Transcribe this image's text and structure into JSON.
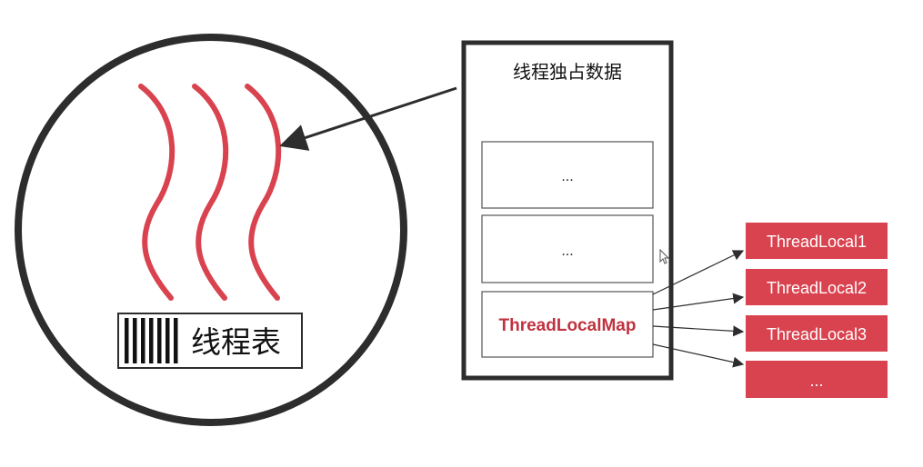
{
  "thread": {
    "table_label": "线程表"
  },
  "thread_data": {
    "title": "线程独占数据",
    "slots": [
      {
        "label": "..."
      },
      {
        "label": "..."
      },
      {
        "label": "ThreadLocalMap"
      }
    ]
  },
  "thread_locals": [
    {
      "label": "ThreadLocal1"
    },
    {
      "label": "ThreadLocal2"
    },
    {
      "label": "ThreadLocal3"
    },
    {
      "label": "..."
    }
  ],
  "colors": {
    "outline": "#2d2d2d",
    "accent_red": "#d9434f",
    "map_text": "#c0323f",
    "box_fill": "#ffffff",
    "label_text": "#ffffff",
    "text_dark": "#111111"
  },
  "icons": {
    "thread_wave": "wavy-thread-line",
    "barcode": "barcode-icon",
    "cursor": "mouse-cursor-icon"
  }
}
